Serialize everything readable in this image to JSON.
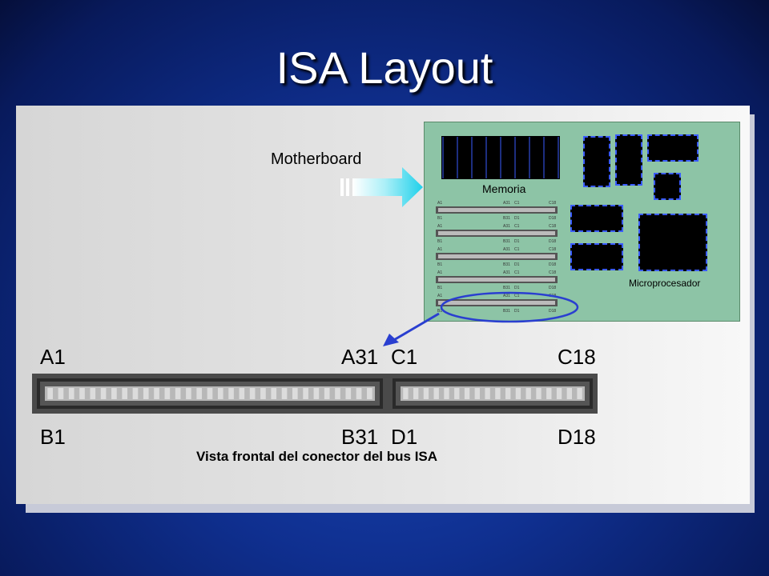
{
  "slide": {
    "title": "ISA Layout"
  },
  "labels": {
    "motherboard": "Motherboard",
    "memory": "Memoria",
    "cpu": "Microprocesador",
    "caption": "Vista frontal del conector del bus ISA"
  },
  "slot_pins": {
    "a_start": "A1",
    "a_end": "A31",
    "c_start": "C1",
    "c_end": "C18",
    "b_start": "B1",
    "b_end": "B31",
    "d_start": "D1",
    "d_end": "D18"
  },
  "slot_count": 5,
  "colors": {
    "background": "#0f2f8f",
    "board": "#8dc4a6",
    "highlight": "#2a3fd0",
    "arrow": "#38d8ee"
  }
}
